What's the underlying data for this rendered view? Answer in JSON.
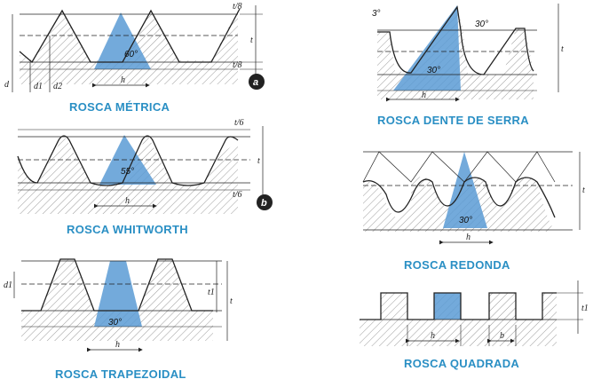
{
  "colors": {
    "caption": "#2a8fc4",
    "fill_blue": "#5b9bd5",
    "line": "#222222",
    "hatch": "#9a9a9a"
  },
  "panels": {
    "metrica": {
      "caption": "ROSCA MÉTRICA",
      "angle": "60°",
      "h": "h",
      "t": "t",
      "d": "d",
      "d1": "d1",
      "d2": "d2",
      "frac_top": "t/8",
      "frac_bottom": "t/8",
      "badge": "a"
    },
    "whitworth": {
      "caption": "ROSCA WHITWORTH",
      "angle": "55°",
      "h": "h",
      "t": "t",
      "frac_top": "t/6",
      "frac_bottom": "t/6",
      "badge": "b"
    },
    "trapezoidal": {
      "caption": "ROSCA TRAPEZOIDAL",
      "angle": "30°",
      "h": "h",
      "t": "t",
      "t1": "t1",
      "d1": "d1"
    },
    "serra": {
      "caption": "ROSCA DENTE DE SERRA",
      "angle_small": "3°",
      "angle_top": "30°",
      "angle_mid": "30°",
      "h": "h",
      "t": "t"
    },
    "redonda": {
      "caption": "ROSCA REDONDA",
      "angle": "30°",
      "h": "h",
      "t": "t"
    },
    "quadrada": {
      "caption": "ROSCA QUADRADA",
      "h": "h",
      "b": "b",
      "t1": "t1"
    }
  }
}
